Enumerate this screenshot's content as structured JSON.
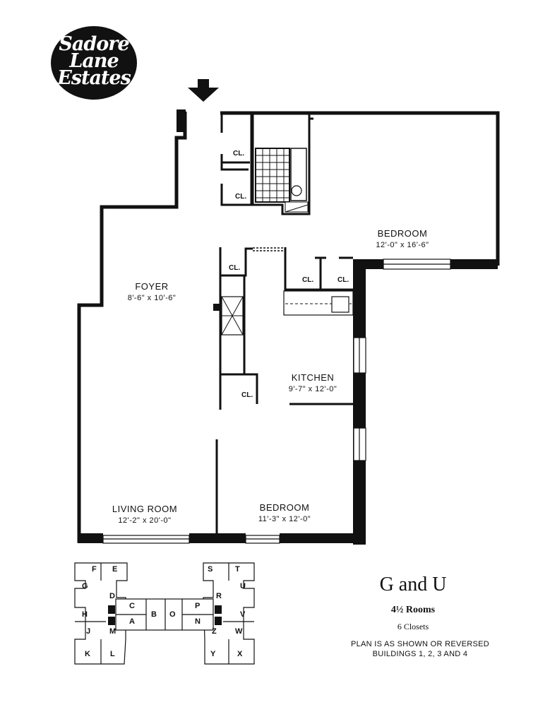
{
  "logo": {
    "line1": "Sadore",
    "line2": "Lane",
    "line3": "Estates"
  },
  "rooms": {
    "bedroom_main": {
      "label": "BEDROOM",
      "dim": "12'-0\" x 16'-6\""
    },
    "foyer": {
      "label": "FOYER",
      "dim": "8'-6\" x 10'-6\""
    },
    "kitchen": {
      "label": "KITCHEN",
      "dim": "9'-7\" x 12'-0\""
    },
    "living_room": {
      "label": "LIVING ROOM",
      "dim": "12'-2\" x 20'-0\""
    },
    "bedroom_second": {
      "label": "BEDROOM",
      "dim": "11'-3\" x 12'-0\""
    }
  },
  "closet_label": "CL.",
  "unit": {
    "name": "G and U",
    "rooms": "4½ Rooms",
    "closets": "6 Closets"
  },
  "notes": {
    "line1": "PLAN IS AS SHOWN OR REVERSED",
    "line2": "BUILDINGS 1, 2, 3 AND 4"
  },
  "key_plan_letters": [
    "F",
    "E",
    "G",
    "C",
    "D",
    "H",
    "A",
    "B",
    "O",
    "J",
    "M",
    "K",
    "L",
    "S",
    "T",
    "R",
    "U",
    "P",
    "N",
    "V",
    "Z",
    "W",
    "Y",
    "X"
  ]
}
